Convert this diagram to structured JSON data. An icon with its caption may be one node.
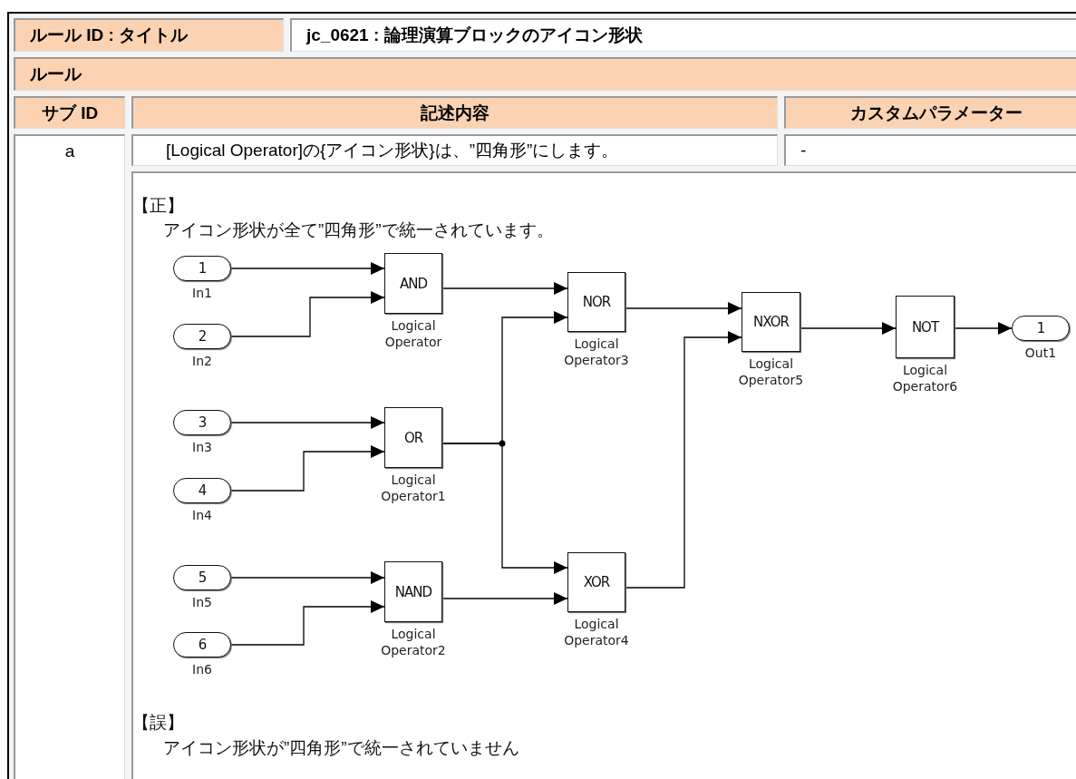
{
  "diagram": {
    "nodes": [
      {
        "text": [
          "1"
        ],
        "beside": [
          "In1"
        ]
      },
      {
        "text": [
          "2"
        ],
        "beside": [
          "In2"
        ]
      },
      {
        "text": [
          "3"
        ],
        "beside": [
          "In3"
        ]
      },
      {
        "text": [
          "4"
        ],
        "beside": [
          "In4"
        ]
      },
      {
        "text": [
          "5"
        ],
        "beside": [
          "In5"
        ]
      },
      {
        "text": [
          "6"
        ],
        "beside": [
          "In6"
        ]
      },
      {
        "text": [
          "AND"
        ],
        "beside": [
          "Logical Operator"
        ]
      },
      {
        "text": [
          "OR"
        ],
        "beside": [
          "Logical Operator1"
        ]
      },
      {
        "text": [
          "NAND"
        ],
        "beside": [
          "Logical Operator2"
        ]
      },
      {
        "text": [
          "NOR"
        ],
        "beside": [
          "Logical Operator3"
        ]
      },
      {
        "text": [
          "XOR"
        ],
        "beside": [
          "Logical Operator4"
        ]
      },
      {
        "text": [
          "NXOR"
        ],
        "beside": [
          "Logical Operator5"
        ]
      },
      {
        "text": [
          "NOT"
        ],
        "beside": [
          "Logical Operator6"
        ]
      },
      {
        "text": [
          "1"
        ],
        "beside": [
          "Out1"
        ]
      }
    ],
    "edges": [
      {
        "from": 0,
        "to": 6,
        "arrow": "to"
      },
      {
        "from": 1,
        "to": 6,
        "arrow": "to"
      },
      {
        "from": 2,
        "to": 7,
        "arrow": "to"
      },
      {
        "from": 3,
        "to": 7,
        "arrow": "to"
      },
      {
        "from": 4,
        "to": 8,
        "arrow": "to"
      },
      {
        "from": 5,
        "to": 8,
        "arrow": "to"
      },
      {
        "from": 6,
        "to": 9,
        "arrow": "to"
      },
      {
        "from": 7,
        "to": 9,
        "arrow": "to"
      },
      {
        "from": 7,
        "to": 10,
        "arrow": "to"
      },
      {
        "from": 8,
        "to": 10,
        "arrow": "to"
      },
      {
        "from": 9,
        "to": 11,
        "arrow": "to"
      },
      {
        "from": 10,
        "to": 11,
        "arrow": "to"
      },
      {
        "from": 11,
        "to": 12,
        "arrow": "to"
      },
      {
        "from": 12,
        "to": 13,
        "arrow": "to"
      }
    ],
    "labels": [
      "ルール ID : タイトル",
      "jc_0621 : 論理演算ブロックのアイコン形状",
      "ルール",
      "サブ ID",
      "記述内容",
      "カスタムパラメーター",
      "a",
      "[Logical Operator]の{アイコン形状}は、”四角形”にします。",
      "-",
      "【正】",
      "アイコン形状が全て”四角形”で統一されています。",
      "【誤】",
      "アイコン形状が”四角形”で統一されていません"
    ]
  }
}
